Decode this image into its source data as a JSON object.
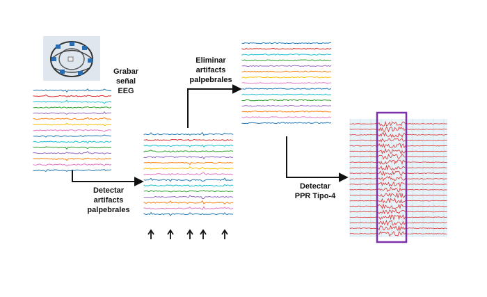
{
  "steps": [
    {
      "id": "record",
      "lines": [
        "Grabar",
        "señal",
        "EEG"
      ]
    },
    {
      "id": "detect-artifacts",
      "lines": [
        "Detectar",
        "artifacts",
        "palpebrales"
      ]
    },
    {
      "id": "remove-artifacts",
      "lines": [
        "Eliminar",
        "artifacts",
        "palpebrales"
      ]
    },
    {
      "id": "detect-ppr",
      "lines": [
        "Detectar",
        "PPR Tipo-4"
      ]
    }
  ],
  "colors": {
    "channels": [
      "#1f77b4",
      "#d62728",
      "#17becf",
      "#2ca02c",
      "#9467bd",
      "#ff7f0e",
      "#ffbf00",
      "#e377c2",
      "#1f77b4",
      "#17becf",
      "#2ca02c",
      "#9467bd",
      "#ff7f0e",
      "#e377c2",
      "#1f77b4"
    ],
    "arrow": "#111111",
    "highlight_box": "#7b2fa8",
    "ppr_trace": "#e03030",
    "panel_bg": "#e6f3f8"
  },
  "icons": {
    "headset": "eeg-headset-photo",
    "blink_marker": "up-arrow-icon"
  }
}
